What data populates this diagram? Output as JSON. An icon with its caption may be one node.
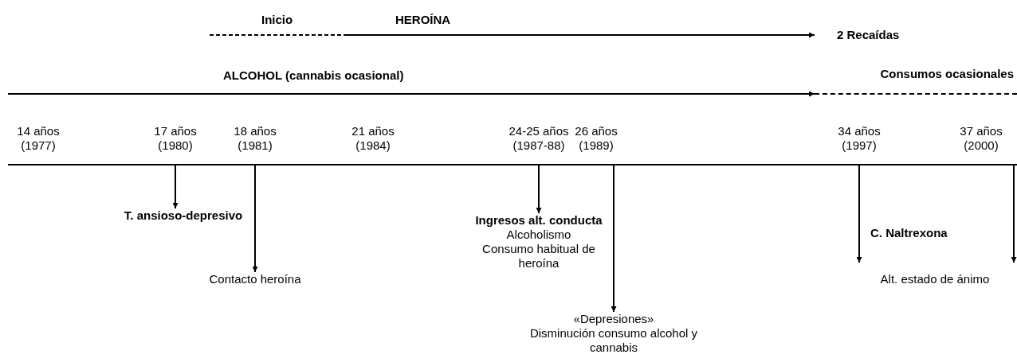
{
  "diagram": {
    "nodes": [
      {
        "text": [
          "2 Recaídas"
        ]
      },
      {
        "text": [
          "Consumos ocasionales"
        ]
      },
      {
        "text": [],
        "shape": "bar"
      },
      {
        "text": [
          "T. ansioso-depresivo"
        ]
      },
      {
        "text": [
          "Ingresos alt. conducta",
          "Alcoholismo",
          "Consumo habitual de heroína"
        ]
      },
      {
        "text": [
          "Contacto heroína"
        ]
      },
      {
        "text": [
          "«Depresiones»",
          "Disminución consumo alcohol y cannabis"
        ]
      },
      {
        "text": [
          "Alt. estado de ánimo"
        ]
      }
    ],
    "edges": [
      {
        "from": null,
        "to": 0,
        "arrow": "to",
        "label": "HEROÍNA"
      },
      {
        "from": null,
        "to": 1,
        "arrow": "to",
        "label": "ALCOHOL (cannabis ocasional)"
      },
      {
        "from": 2,
        "to": 3,
        "arrow": "to"
      },
      {
        "from": 2,
        "to": 5,
        "arrow": "to"
      },
      {
        "from": 2,
        "to": 4,
        "arrow": "to"
      },
      {
        "from": 2,
        "to": 6,
        "arrow": "to"
      },
      {
        "from": 2,
        "to": 7,
        "arrow": "to"
      },
      {
        "from": 2,
        "to": 7,
        "arrow": "to"
      }
    ],
    "labels": [
      "Inicio",
      "14 años (1977)",
      "17 años (1980)",
      "18 años (1981)",
      "21 años (1984)",
      "24-25 años (1987-88)",
      "26 años (1989)",
      "34 años (1997)",
      "37 años (2000)",
      "C. Naltrexona"
    ]
  }
}
